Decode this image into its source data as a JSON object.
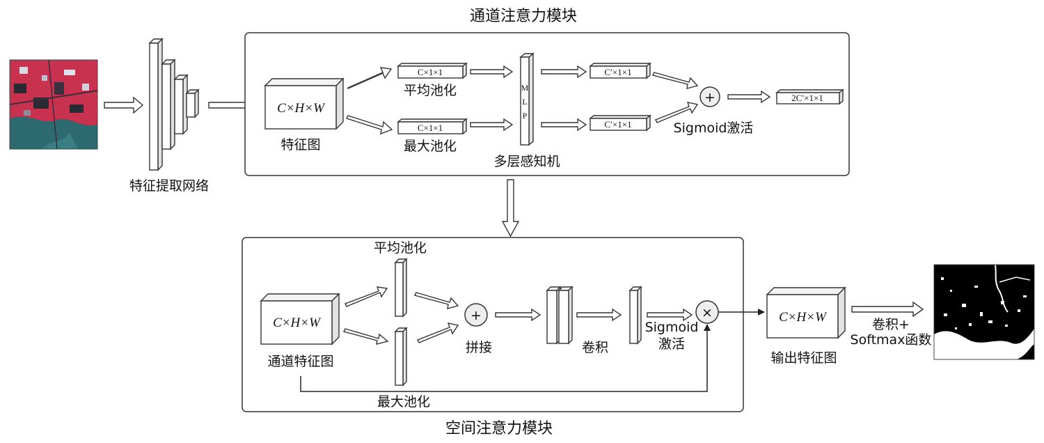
{
  "titles": {
    "channel_module": "通道注意力模块",
    "spatial_module": "空间注意力模块"
  },
  "feature_extraction": {
    "label": "特征提取网络"
  },
  "channel": {
    "input_cube": "C×H×W",
    "input_label": "特征图",
    "avg_vector": "C×1×1",
    "avg_label": "平均池化",
    "max_vector": "C×1×1",
    "max_label": "最大池化",
    "mlp_letters": [
      "M",
      "L",
      "P"
    ],
    "mlp_label": "多层感知机",
    "out_vector_top": "C′×1×1",
    "out_vector_bottom": "C′×1×1",
    "add_symbol": "+",
    "activation_label": "Sigmoid激活",
    "result_vector": "2C′×1×1"
  },
  "spatial": {
    "input_cube": "C×H×W",
    "input_label": "通道特征图",
    "avg_label": "平均池化",
    "max_label": "最大池化",
    "add_symbol": "+",
    "concat_label": "拼接",
    "conv_label": "卷积",
    "activation_line1": "Sigmoid",
    "activation_line2": "激活",
    "mul_symbol": "×"
  },
  "output": {
    "cube": "C×H×W",
    "label": "输出特征图",
    "head_line1": "卷积+",
    "head_line2": "Softmax函数"
  },
  "colors": {
    "satellite_red": "#c8324e",
    "satellite_water": "#2c6a70",
    "mask_black": "#000000",
    "mask_white": "#ffffff"
  }
}
